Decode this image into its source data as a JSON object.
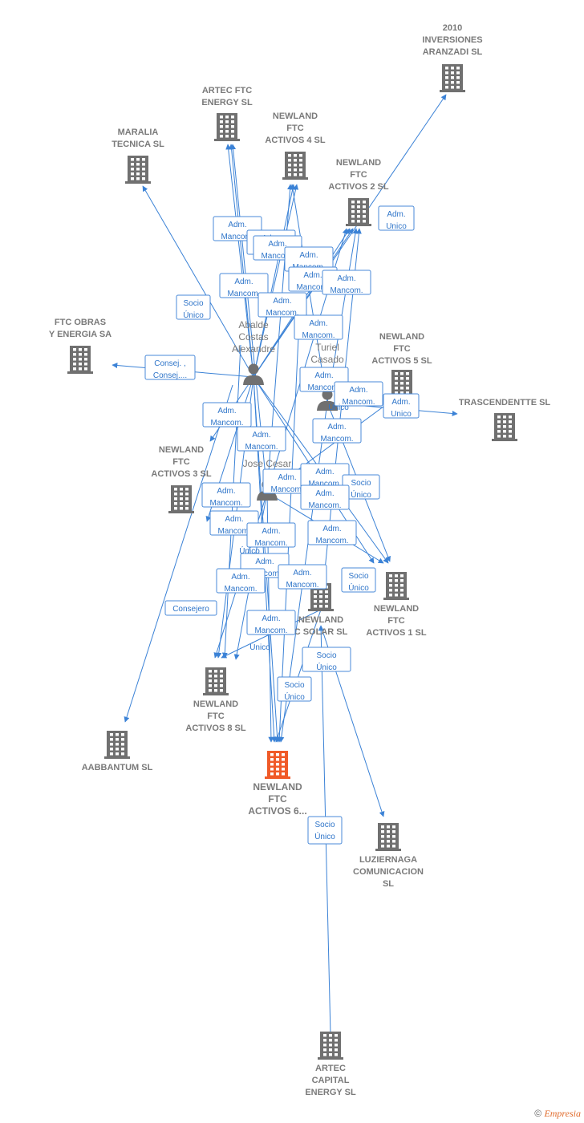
{
  "diagram": {
    "companies": [
      {
        "id": "inversiones",
        "lines": [
          "2010",
          "INVERSIONES",
          "ARANZADI SL"
        ],
        "label_pos": "above",
        "main": false
      },
      {
        "id": "artec_energy",
        "lines": [
          "ARTEC FTC",
          "ENERGY  SL"
        ],
        "label_pos": "above",
        "main": false
      },
      {
        "id": "maralia",
        "lines": [
          "MARALIA",
          "TECNICA SL"
        ],
        "label_pos": "above",
        "main": false
      },
      {
        "id": "activos4",
        "lines": [
          "NEWLAND",
          "FTC",
          "ACTIVOS 4  SL"
        ],
        "label_pos": "above",
        "main": false
      },
      {
        "id": "activos2",
        "lines": [
          "NEWLAND",
          "FTC",
          "ACTIVOS 2  SL"
        ],
        "label_pos": "above",
        "main": false
      },
      {
        "id": "ftc_obras",
        "lines": [
          "FTC OBRAS",
          "Y ENERGIA SA"
        ],
        "label_pos": "above",
        "main": false
      },
      {
        "id": "activos5",
        "lines": [
          "NEWLAND",
          "FTC",
          "ACTIVOS 5  SL"
        ],
        "label_pos": "above",
        "main": false
      },
      {
        "id": "trascendentte",
        "lines": [
          "TRASCENDENTTE SL"
        ],
        "label_pos": "above",
        "main": false
      },
      {
        "id": "activos3",
        "lines": [
          "NEWLAND",
          "FTC",
          "ACTIVOS 3  SL"
        ],
        "label_pos": "above",
        "main": false
      },
      {
        "id": "activos1",
        "lines": [
          "NEWLAND",
          "FTC",
          "ACTIVOS 1  SL"
        ],
        "label_pos": "below",
        "main": false
      },
      {
        "id": "solar",
        "lines": [
          "NEWLAND",
          "C SOLAR  SL"
        ],
        "label_pos": "below",
        "main": false
      },
      {
        "id": "activos8",
        "lines": [
          "NEWLAND",
          "FTC",
          "ACTIVOS 8  SL"
        ],
        "label_pos": "below",
        "main": false
      },
      {
        "id": "aabbantum",
        "lines": [
          "AABBANTUM SL"
        ],
        "label_pos": "below",
        "main": false
      },
      {
        "id": "activos6",
        "lines": [
          "NEWLAND",
          "FTC",
          "ACTIVOS 6..."
        ],
        "label_pos": "below",
        "main": true
      },
      {
        "id": "luziernaga",
        "lines": [
          "LUZIERNAGA",
          "COMUNICACION",
          "SL"
        ],
        "label_pos": "below",
        "main": false
      },
      {
        "id": "artec_capital",
        "lines": [
          "ARTEC",
          "CAPITAL",
          "ENERGY  SL"
        ],
        "label_pos": "below",
        "main": false
      }
    ],
    "persons": [
      {
        "id": "abalde",
        "lines": [
          "Abalde",
          "Costas",
          "Alexandre"
        ]
      },
      {
        "id": "turiel",
        "lines": [
          "Turiel",
          "Casado"
        ]
      },
      {
        "id": "jose",
        "lines": [
          "Jose Cesar"
        ]
      }
    ],
    "edge_labels": [
      {
        "id": "l1",
        "lines": [
          "Adm.",
          "Mancom."
        ]
      },
      {
        "id": "l2",
        "lines": [
          "Adm.",
          "Mancom."
        ]
      },
      {
        "id": "l3",
        "lines": [
          "Adm.",
          "Mancom."
        ]
      },
      {
        "id": "l4",
        "lines": [
          "Adm.",
          "Mancom."
        ]
      },
      {
        "id": "l5",
        "lines": [
          "Adm.",
          "Mancom."
        ]
      },
      {
        "id": "l6",
        "lines": [
          "Adm.",
          "Mancom."
        ]
      },
      {
        "id": "l7",
        "lines": [
          "Adm.",
          "Mancom."
        ]
      },
      {
        "id": "l8",
        "lines": [
          "Adm.",
          "Mancom."
        ]
      },
      {
        "id": "l9",
        "lines": [
          "Adm.",
          "Unico"
        ]
      },
      {
        "id": "l10",
        "lines": [
          "Socio",
          "Único"
        ]
      },
      {
        "id": "l11",
        "lines": [
          "Consej. ,",
          "Consej...."
        ]
      },
      {
        "id": "l12",
        "lines": [
          "Adm.",
          "Mancom."
        ]
      },
      {
        "id": "l13",
        "lines": [
          "Adm.",
          "Mancom."
        ]
      },
      {
        "id": "l14",
        "lines": [
          "Adm.",
          "Unico"
        ]
      },
      {
        "id": "l15",
        "lines": [
          "Adm.",
          "Mancom."
        ]
      },
      {
        "id": "l16",
        "lines": [
          "Adm.",
          "Mancom."
        ]
      },
      {
        "id": "l17",
        "lines": [
          "Adm.",
          "Mancom."
        ]
      },
      {
        "id": "l18",
        "lines": [
          "Adm.",
          "Mancom."
        ]
      },
      {
        "id": "l19",
        "lines": [
          "Adm.",
          "Mancom."
        ]
      },
      {
        "id": "l20",
        "lines": [
          "Adm.",
          "Mancom."
        ]
      },
      {
        "id": "l21",
        "lines": [
          "Socio",
          "Único"
        ]
      },
      {
        "id": "l22",
        "lines": [
          "Adm.",
          "Mancom."
        ]
      },
      {
        "id": "l23",
        "lines": [
          "Adm.",
          "Mancom."
        ]
      },
      {
        "id": "l24",
        "lines": [
          "Adm.",
          "Mancom."
        ]
      },
      {
        "id": "l25",
        "lines": [
          "Adm.",
          "Mancom."
        ]
      },
      {
        "id": "l26",
        "lines": [
          "Adm.",
          "Mancom."
        ]
      },
      {
        "id": "l27",
        "lines": [
          "Adm.",
          "Mancom."
        ]
      },
      {
        "id": "l28",
        "lines": [
          "Consejero"
        ]
      },
      {
        "id": "l29",
        "lines": [
          "Adm.",
          "Mancom."
        ]
      },
      {
        "id": "l30",
        "lines": [
          "Socio",
          "Único"
        ]
      },
      {
        "id": "l31",
        "lines": [
          "Adm.",
          "Mancom."
        ]
      },
      {
        "id": "l32",
        "lines": [
          "Adm.",
          "Mancom."
        ]
      },
      {
        "id": "l33",
        "lines": [
          "Socio",
          "Único"
        ]
      },
      {
        "id": "l34",
        "lines": [
          "Socio",
          "Único"
        ]
      }
    ],
    "obscured_fragments": [
      {
        "id": "f1",
        "text": "Único"
      },
      {
        "id": "f2",
        "text": "Único"
      },
      {
        "id": "f3",
        "text": "Único"
      }
    ]
  },
  "footer": {
    "copyright": "©",
    "brand": "Empresia"
  },
  "colors": {
    "edge": "#3b82d6",
    "label_border": "#4a8ad8",
    "label_text": "#2f75c9",
    "building": "#707070",
    "building_main": "#f05a28",
    "node_text": "#7a7a7a"
  }
}
